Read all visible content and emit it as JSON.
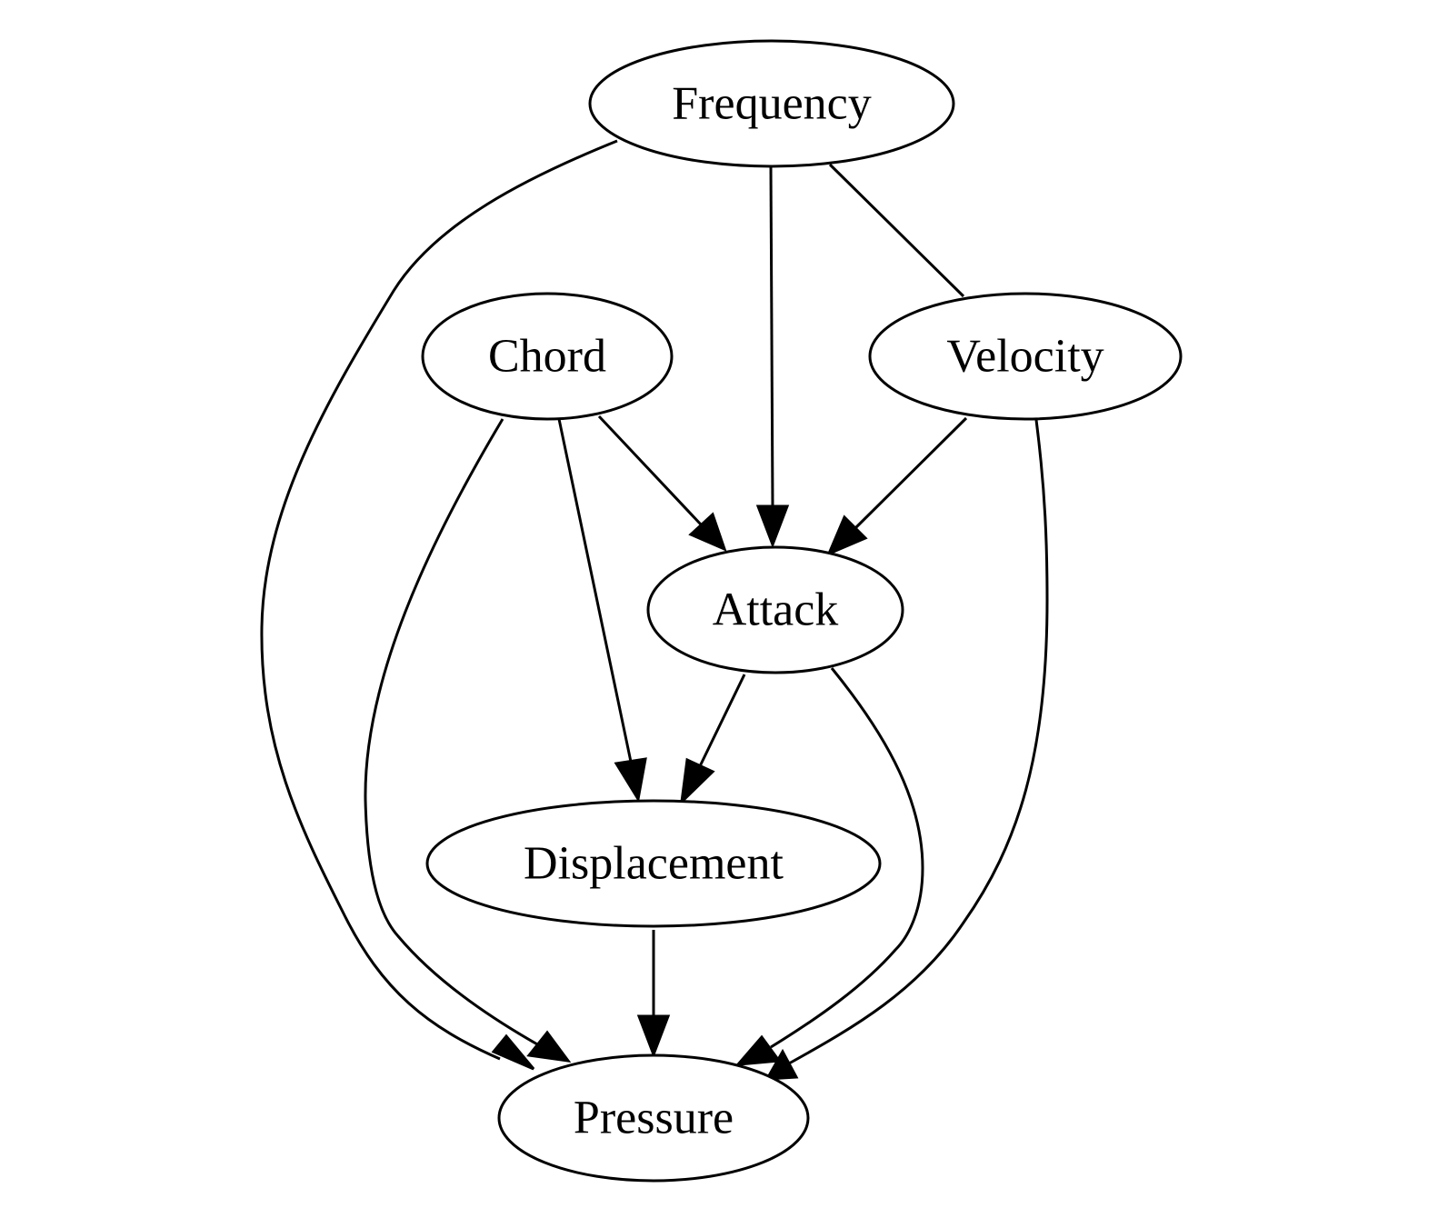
{
  "diagram": {
    "type": "directed-graph",
    "colors": {
      "stroke": "#000000",
      "node_fill": "#ffffff",
      "background": "#ffffff"
    },
    "nodes": {
      "frequency": {
        "label": "Frequency"
      },
      "chord": {
        "label": "Chord"
      },
      "velocity": {
        "label": "Velocity"
      },
      "attack": {
        "label": "Attack"
      },
      "displacement": {
        "label": "Displacement"
      },
      "pressure": {
        "label": "Pressure"
      }
    },
    "edges": [
      {
        "from": "Frequency",
        "to": "Attack"
      },
      {
        "from": "Frequency",
        "to": "Pressure"
      },
      {
        "from": "Frequency",
        "to": "Velocity",
        "arrowhead": false
      },
      {
        "from": "Chord",
        "to": "Attack"
      },
      {
        "from": "Chord",
        "to": "Displacement"
      },
      {
        "from": "Chord",
        "to": "Pressure"
      },
      {
        "from": "Velocity",
        "to": "Attack"
      },
      {
        "from": "Velocity",
        "to": "Pressure"
      },
      {
        "from": "Attack",
        "to": "Displacement"
      },
      {
        "from": "Attack",
        "to": "Pressure"
      },
      {
        "from": "Displacement",
        "to": "Pressure"
      }
    ]
  }
}
